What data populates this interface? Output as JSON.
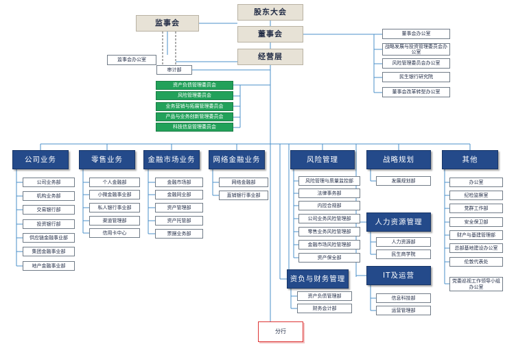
{
  "colors": {
    "line": "#4a8fc8",
    "dash": "#5a5a5a",
    "gray_box": "#e7e2d6",
    "blue_box": "#244a8a",
    "green_box": "#22a15a",
    "branch_border": "#dd3333"
  },
  "top": {
    "shareholders": "股东大会",
    "supervisors": "监事会",
    "board": "董事会",
    "management": "经营层",
    "supervisors_office": "监事会办公室",
    "audit": "审计部"
  },
  "board_offices": [
    "董事会办公室",
    "战略发展与投资管理委员会办公室",
    "风险管理委员会办公室",
    "民生银行研究院",
    "董事会改革转型办公室"
  ],
  "committees": [
    "资产负债管理委员会",
    "风险管理委员会",
    "业务营销与拓展管理委员会",
    "产品与业务创新管理委员会",
    "科技信息管理委员会"
  ],
  "divisions": {
    "corporate": {
      "label": "公司业务",
      "items": [
        "公司业务部",
        "机构业务部",
        "交易银行部",
        "投资银行部",
        "供应链金融事业部",
        "集团金融事业部",
        "地产金融事业部"
      ]
    },
    "retail": {
      "label": "零售业务",
      "items": [
        "个人金融部",
        "小微金融事业部",
        "私人银行事业部",
        "渠道管理部",
        "信用卡中心"
      ]
    },
    "markets": {
      "label": "金融市场业务",
      "items": [
        "金融市场部",
        "金融同业部",
        "资产管理部",
        "资产托管部",
        "票据业务部"
      ]
    },
    "online": {
      "label": "网络金融业务",
      "items": [
        "网络金融部",
        "直销银行事业部"
      ]
    },
    "risk": {
      "label": "风险管理",
      "items": [
        "风险管理与质量监控部",
        "法律事务部",
        "内控合规部",
        "公司业务风险管理部",
        "零售业务风险管理部",
        "金融市场风险管理部",
        "资产保全部"
      ]
    },
    "strategy": {
      "label": "战略规划",
      "items": [
        "发展规划部"
      ]
    },
    "hr": {
      "label": "人力资源管理",
      "items": [
        "人力资源部",
        "民生商学院"
      ]
    },
    "it": {
      "label": "IT及运营",
      "items": [
        "信息科技部",
        "运营管理部"
      ]
    },
    "other": {
      "label": "其他",
      "items": [
        "办公室",
        "纪检监察室",
        "党群工作部",
        "安全保卫部",
        "财产与基建管理部",
        "总部基地建设办公室",
        "伦敦代表处",
        "党委巡视工作领导小组办公室"
      ]
    },
    "finance": {
      "label": "资负与财务管理",
      "items": [
        "资产负债管理部",
        "财务会计部"
      ]
    }
  },
  "branch": "分行"
}
